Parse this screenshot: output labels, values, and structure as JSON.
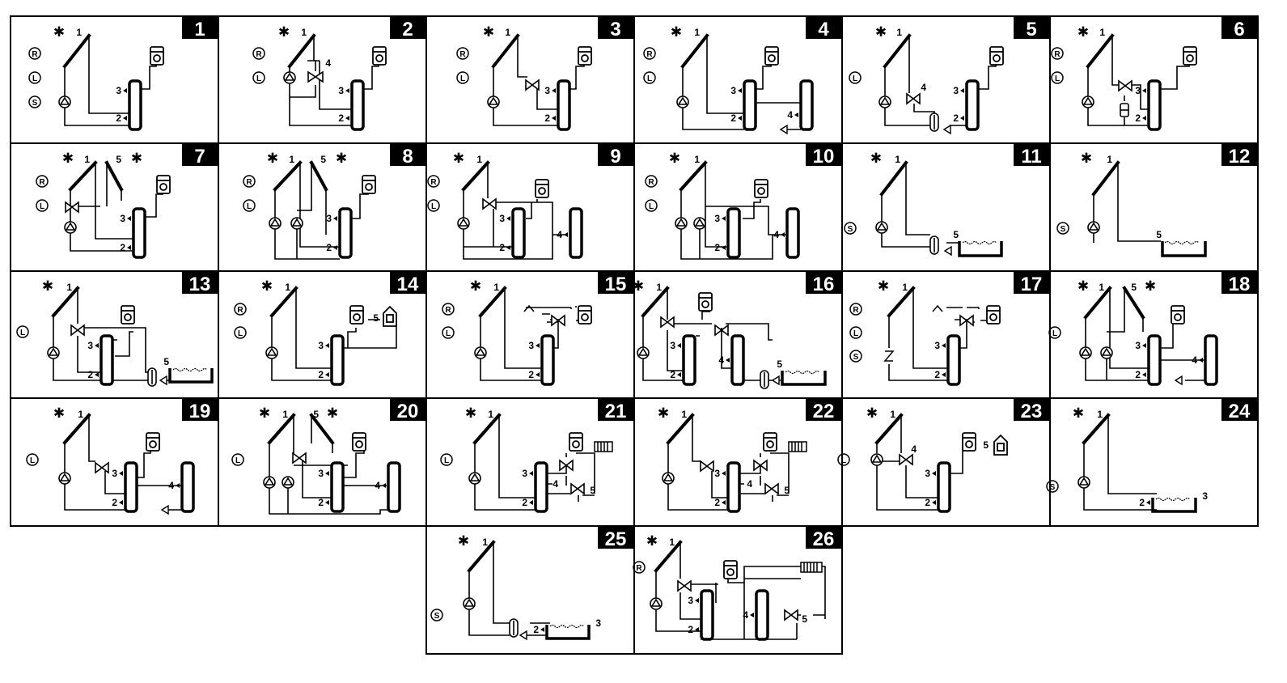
{
  "legend": {
    "R": "R",
    "L": "L",
    "S": "S"
  },
  "schemes": [
    {
      "number": "1",
      "modes": [
        "R",
        "L",
        "S"
      ],
      "labels": [
        "1",
        "3",
        "2"
      ]
    },
    {
      "number": "2",
      "modes": [
        "R",
        "L"
      ],
      "labels": [
        "1",
        "4",
        "3",
        "2"
      ]
    },
    {
      "number": "3",
      "modes": [
        "R",
        "L"
      ],
      "labels": [
        "1",
        "3",
        "2"
      ]
    },
    {
      "number": "4",
      "modes": [
        "R",
        "L"
      ],
      "labels": [
        "1",
        "3",
        "4",
        "2"
      ]
    },
    {
      "number": "5",
      "modes": [
        "L"
      ],
      "labels": [
        "1",
        "4",
        "3",
        "2"
      ]
    },
    {
      "number": "6",
      "modes": [
        "R",
        "L"
      ],
      "labels": [
        "1",
        "3",
        "2"
      ]
    },
    {
      "number": "7",
      "modes": [
        "R",
        "L"
      ],
      "labels": [
        "1",
        "5",
        "3",
        "2"
      ]
    },
    {
      "number": "8",
      "modes": [
        "R",
        "L"
      ],
      "labels": [
        "1",
        "5",
        "3",
        "2"
      ]
    },
    {
      "number": "9",
      "modes": [
        "R",
        "L"
      ],
      "labels": [
        "1",
        "3",
        "4",
        "2"
      ]
    },
    {
      "number": "10",
      "modes": [
        "R",
        "L"
      ],
      "labels": [
        "1",
        "3",
        "4",
        "2"
      ]
    },
    {
      "number": "11",
      "modes": [
        "S"
      ],
      "labels": [
        "1",
        "5"
      ]
    },
    {
      "number": "12",
      "modes": [
        "S"
      ],
      "labels": [
        "1",
        "5"
      ]
    },
    {
      "number": "13",
      "modes": [
        "L"
      ],
      "labels": [
        "1",
        "3",
        "5",
        "2"
      ]
    },
    {
      "number": "14",
      "modes": [
        "R",
        "L"
      ],
      "labels": [
        "1",
        "5",
        "3",
        "2"
      ]
    },
    {
      "number": "15",
      "modes": [
        "R",
        "L"
      ],
      "labels": [
        "1",
        "3",
        "2"
      ]
    },
    {
      "number": "16",
      "modes": [],
      "labels": [
        "1",
        "3",
        "4",
        "5",
        "2"
      ]
    },
    {
      "number": "17",
      "modes": [
        "R",
        "L",
        "S"
      ],
      "labels": [
        "1",
        "3",
        "2"
      ]
    },
    {
      "number": "18",
      "modes": [
        "L"
      ],
      "labels": [
        "1",
        "5",
        "3",
        "4",
        "2"
      ]
    },
    {
      "number": "19",
      "modes": [
        "L"
      ],
      "labels": [
        "1",
        "3",
        "4",
        "2"
      ]
    },
    {
      "number": "20",
      "modes": [
        "L"
      ],
      "labels": [
        "1",
        "5",
        "3",
        "4",
        "2"
      ]
    },
    {
      "number": "21",
      "modes": [
        "L"
      ],
      "labels": [
        "1",
        "3",
        "4",
        "5",
        "2"
      ]
    },
    {
      "number": "22",
      "modes": [],
      "labels": [
        "1",
        "3",
        "4",
        "5",
        "2"
      ]
    },
    {
      "number": "23",
      "modes": [
        "L"
      ],
      "labels": [
        "1",
        "4",
        "5",
        "3",
        "2"
      ]
    },
    {
      "number": "24",
      "modes": [
        "S"
      ],
      "labels": [
        "1",
        "2",
        "3"
      ]
    },
    {
      "number": "25",
      "modes": [
        "S"
      ],
      "labels": [
        "1",
        "2",
        "3"
      ]
    },
    {
      "number": "26",
      "modes": [
        "R"
      ],
      "labels": [
        "1",
        "3",
        "4",
        "5",
        "2"
      ]
    }
  ]
}
